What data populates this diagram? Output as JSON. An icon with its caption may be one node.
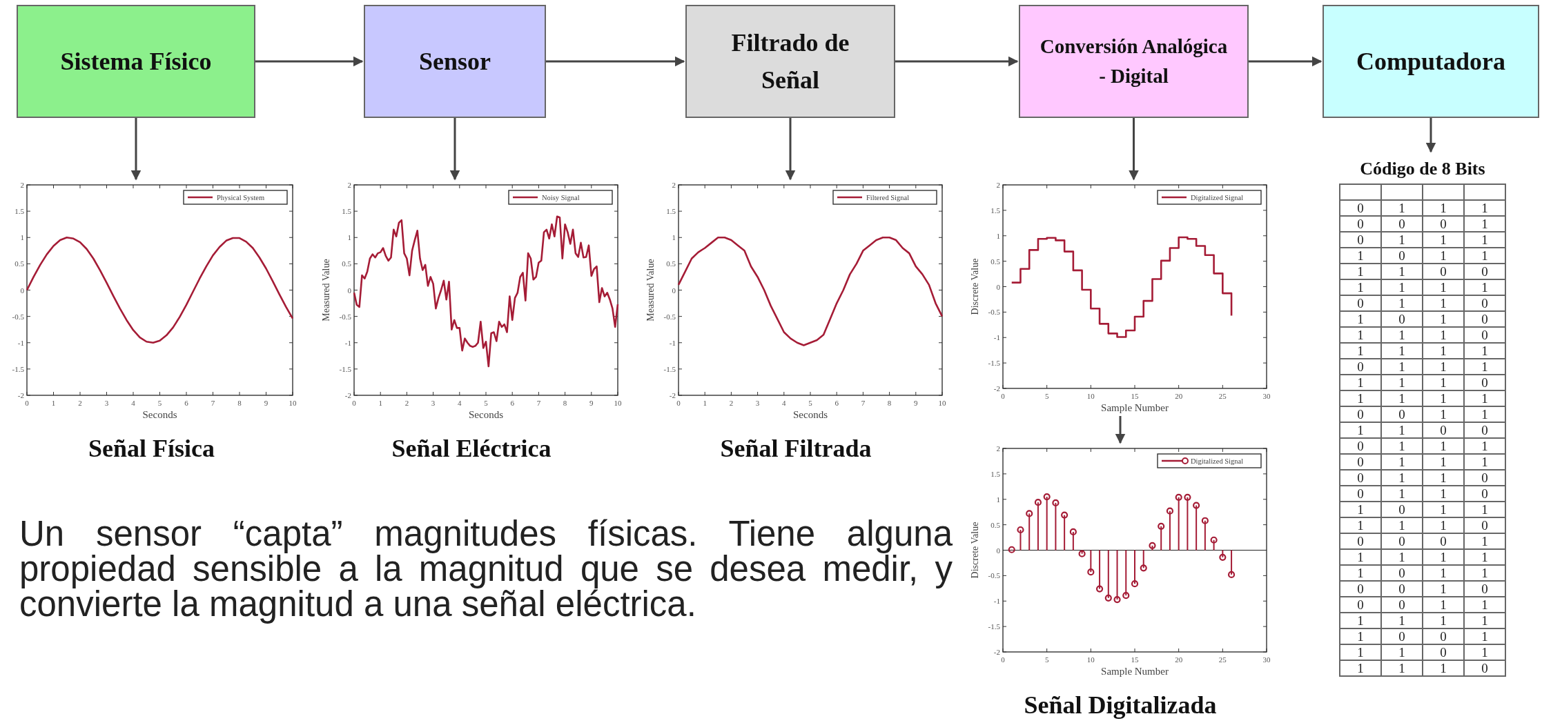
{
  "diagram": {
    "nodes": [
      {
        "text": [
          "Sistema Físico"
        ]
      },
      {
        "text": [
          "Sensor"
        ]
      },
      {
        "text": [
          "Filtrado de Señal"
        ]
      },
      {
        "text": [
          "Conversión Analógica - Digital"
        ]
      },
      {
        "text": [
          "Computadora"
        ]
      },
      {
        "text": [],
        "shape": "picture",
        "beside": [
          "Señal Física"
        ]
      },
      {
        "text": [],
        "shape": "picture",
        "beside": [
          "Señal Eléctrica"
        ]
      },
      {
        "text": [],
        "shape": "picture",
        "beside": [
          "Señal Filtrada"
        ]
      },
      {
        "text": [],
        "shape": "picture"
      },
      {
        "text": [],
        "shape": "picture",
        "beside": [
          "Señal Digitalizada"
        ]
      },
      {
        "text": [
          "Código de 8 Bits"
        ]
      }
    ],
    "edges": [
      {
        "from": 0,
        "to": 1,
        "arrow": "to"
      },
      {
        "from": 1,
        "to": 2,
        "arrow": "to"
      },
      {
        "from": 2,
        "to": 3,
        "arrow": "to"
      },
      {
        "from": 3,
        "to": 4,
        "arrow": "to"
      },
      {
        "from": 0,
        "to": 5,
        "arrow": "to"
      },
      {
        "from": 1,
        "to": 6,
        "arrow": "to"
      },
      {
        "from": 2,
        "to": 7,
        "arrow": "to"
      },
      {
        "from": 3,
        "to": 8,
        "arrow": "to"
      },
      {
        "from": 8,
        "to": 9,
        "arrow": "to"
      },
      {
        "from": 4,
        "to": 10,
        "arrow": "to"
      }
    ],
    "labels": [
      "Un sensor “capta” magnitudes físicas. Tiene alguna propiedad sensible a la magnitud que se desea medir, y convierte la magnitud a una señal eléctrica.",
      "0",
      "1",
      "1",
      "1",
      "0",
      "0",
      "0",
      "1",
      "0",
      "1",
      "1",
      "1",
      "1",
      "0",
      "1",
      "1",
      "1",
      "1",
      "0",
      "0",
      "1",
      "1",
      "1",
      "1",
      "0",
      "1",
      "1",
      "0",
      "1",
      "0",
      "1",
      "0",
      "1",
      "1",
      "1",
      "0",
      "1",
      "1",
      "1",
      "1",
      "0",
      "1",
      "1",
      "1",
      "1",
      "1",
      "1",
      "0",
      "1",
      "1",
      "1",
      "1",
      "0",
      "0",
      "1",
      "1",
      "1",
      "1",
      "0",
      "0",
      "0",
      "1",
      "1",
      "1",
      "0",
      "1",
      "1",
      "1",
      "0",
      "1",
      "1",
      "0",
      "0",
      "1",
      "1",
      "0",
      "1",
      "0",
      "1",
      "1",
      "1",
      "1",
      "1",
      "0",
      "0",
      "0",
      "0",
      "1",
      "1",
      "1",
      "1",
      "1",
      "1",
      "0",
      "1",
      "1",
      "0",
      "0",
      "1",
      "0",
      "0",
      "0",
      "1",
      "1",
      "1",
      "1",
      "1",
      "1",
      "1",
      "0",
      "0",
      "1",
      "1",
      "1",
      "0",
      "1",
      "1",
      "1",
      "1",
      "0"
    ],
    "chart_data": [
      {
        "type": "line",
        "xlabel": "Seconds",
        "xlim": [
          0,
          10
        ],
        "ylim": [
          -2,
          2
        ],
        "xticks": [
          0,
          1,
          2,
          3,
          4,
          5,
          6,
          7,
          8,
          9,
          10
        ],
        "yticks": [
          -2,
          -1.5,
          -1,
          -0.5,
          0,
          0.5,
          1,
          1.5,
          2
        ],
        "x": [
          0,
          0.25,
          0.5,
          0.75,
          1,
          1.25,
          1.5,
          1.75,
          2,
          2.25,
          2.5,
          2.75,
          3,
          3.25,
          3.5,
          3.75,
          4,
          4.25,
          4.5,
          4.75,
          5,
          5.25,
          5.5,
          5.75,
          6,
          6.25,
          6.5,
          6.75,
          7,
          7.25,
          7.5,
          7.75,
          8,
          8.25,
          8.5,
          8.75,
          9,
          9.25,
          9.5,
          9.75,
          10
        ],
        "series": [
          {
            "name": "Physical System",
            "color": "#a51c36",
            "values": [
              0,
              0.25,
              0.48,
              0.68,
              0.84,
              0.95,
              1,
              0.98,
              0.91,
              0.78,
              0.6,
              0.38,
              0.14,
              -0.11,
              -0.35,
              -0.57,
              -0.76,
              -0.9,
              -0.98,
              -1,
              -0.96,
              -0.86,
              -0.71,
              -0.51,
              -0.28,
              -0.03,
              0.22,
              0.45,
              0.66,
              0.82,
              0.94,
              0.99,
              0.99,
              0.92,
              0.8,
              0.62,
              0.41,
              0.17,
              -0.08,
              -0.32,
              -0.54
            ]
          }
        ]
      },
      {
        "type": "line",
        "xlabel": "Seconds",
        "ylabel": "Measured Value",
        "xlim": [
          0,
          10
        ],
        "ylim": [
          -2,
          2
        ],
        "xticks": [
          0,
          1,
          2,
          3,
          4,
          5,
          6,
          7,
          8,
          9,
          10
        ],
        "yticks": [
          -2,
          -1.5,
          -1,
          -0.5,
          0,
          0.5,
          1,
          1.5,
          2
        ],
        "x": [
          0,
          0.1,
          0.2,
          0.3,
          0.4,
          0.5,
          0.6,
          0.7,
          0.8,
          0.9,
          1,
          1.1,
          1.2,
          1.3,
          1.4,
          1.5,
          1.6,
          1.7,
          1.8,
          1.9,
          2,
          2.1,
          2.2,
          2.3,
          2.4,
          2.5,
          2.6,
          2.7,
          2.8,
          2.9,
          3,
          3.1,
          3.2,
          3.3,
          3.4,
          3.5,
          3.6,
          3.7,
          3.8,
          3.9,
          4,
          4.1,
          4.2,
          4.3,
          4.4,
          4.5,
          4.6,
          4.7,
          4.8,
          4.9,
          5,
          5.1,
          5.2,
          5.3,
          5.4,
          5.5,
          5.6,
          5.7,
          5.8,
          5.9,
          6,
          6.1,
          6.2,
          6.3,
          6.4,
          6.5,
          6.6,
          6.7,
          6.8,
          6.9,
          7,
          7.1,
          7.2,
          7.3,
          7.4,
          7.5,
          7.6,
          7.7,
          7.8,
          7.9,
          8,
          8.1,
          8.2,
          8.3,
          8.4,
          8.5,
          8.6,
          8.7,
          8.8,
          8.9,
          9,
          9.1,
          9.2,
          9.3,
          9.4,
          9.5,
          9.6,
          9.7,
          9.8,
          9.9,
          10
        ],
        "series": [
          {
            "name": "Noisy Signal",
            "color": "#a51c36",
            "values": [
              -0.05,
              -0.28,
              -0.32,
              0.28,
              0.22,
              0.35,
              0.6,
              0.68,
              0.62,
              0.7,
              0.72,
              0.8,
              0.65,
              0.56,
              0.62,
              1.15,
              1.02,
              1.28,
              1.33,
              0.7,
              0.6,
              0.28,
              0.75,
              0.95,
              1.13,
              0.6,
              0.38,
              0.48,
              0.08,
              0.25,
              0.12,
              -0.35,
              -0.15,
              0,
              0.18,
              -0.18,
              0.16,
              -0.75,
              -0.57,
              -0.72,
              -0.72,
              -1.15,
              -0.92,
              -1,
              -1.06,
              -1.08,
              -1.06,
              -1,
              -0.6,
              -1.1,
              -0.98,
              -1.45,
              -0.82,
              -0.8,
              -0.97,
              -0.6,
              -0.7,
              -0.65,
              -0.8,
              -0.12,
              -0.57,
              -0.15,
              -0.05,
              0.25,
              0.33,
              -0.2,
              0.7,
              0.6,
              0.2,
              0.25,
              0.52,
              0.56,
              1.1,
              1.15,
              0.98,
              1.25,
              1.02,
              1.4,
              1.38,
              0.6,
              1.25,
              1.1,
              0.88,
              1.15,
              0.7,
              0.63,
              0.9,
              0.62,
              0.63,
              0.85,
              0.27,
              0.4,
              0.45,
              -0.23,
              0.04,
              -0.12,
              -0.05,
              -0.18,
              -0.35,
              -0.7,
              -0.27
            ]
          }
        ]
      },
      {
        "type": "line",
        "xlabel": "Seconds",
        "ylabel": "Measured Value",
        "xlim": [
          0,
          10
        ],
        "ylim": [
          -2,
          2
        ],
        "xticks": [
          0,
          1,
          2,
          3,
          4,
          5,
          6,
          7,
          8,
          9,
          10
        ],
        "yticks": [
          -2,
          -1.5,
          -1,
          -0.5,
          0,
          0.5,
          1,
          1.5,
          2
        ],
        "x": [
          0,
          0.25,
          0.5,
          0.75,
          1,
          1.25,
          1.5,
          1.75,
          2,
          2.25,
          2.5,
          2.75,
          3,
          3.25,
          3.5,
          3.75,
          4,
          4.25,
          4.5,
          4.75,
          5,
          5.25,
          5.5,
          5.75,
          6,
          6.25,
          6.5,
          6.75,
          7,
          7.25,
          7.5,
          7.75,
          8,
          8.25,
          8.5,
          8.75,
          9,
          9.25,
          9.5,
          9.75,
          10
        ],
        "series": [
          {
            "name": "Filtered Signal",
            "color": "#a51c36",
            "values": [
              0.1,
              0.35,
              0.6,
              0.72,
              0.8,
              0.9,
              1,
              1,
              0.95,
              0.85,
              0.75,
              0.45,
              0.25,
              0,
              -0.3,
              -0.55,
              -0.8,
              -0.92,
              -1,
              -1.05,
              -1,
              -0.95,
              -0.85,
              -0.55,
              -0.25,
              0,
              0.3,
              0.5,
              0.75,
              0.85,
              0.95,
              1,
              1,
              0.95,
              0.8,
              0.7,
              0.45,
              0.3,
              0.1,
              -0.25,
              -0.5
            ]
          }
        ]
      },
      {
        "type": "line",
        "xlabel": "Sample Number",
        "ylabel": "Discrete Value",
        "xlim": [
          0,
          30
        ],
        "ylim": [
          -2,
          2
        ],
        "xticks": [
          0,
          5,
          10,
          15,
          20,
          25,
          30
        ],
        "yticks": [
          -2,
          -1.5,
          -1,
          -0.5,
          0,
          0.5,
          1,
          1.5,
          2
        ],
        "x": [
          1,
          2,
          2,
          3,
          3,
          4,
          4,
          5,
          5,
          6,
          6,
          7,
          7,
          8,
          8,
          9,
          9,
          10,
          10,
          11,
          11,
          12,
          12,
          13,
          13,
          14,
          14,
          15,
          15,
          16,
          16,
          17,
          17,
          18,
          18,
          19,
          19,
          20,
          20,
          21,
          21,
          22,
          22,
          23,
          23,
          24,
          24,
          25,
          25,
          26,
          26
        ],
        "series": [
          {
            "name": "Digitalized Signal",
            "color": "#a51c36",
            "values": [
              0.08,
              0.08,
              0.35,
              0.35,
              0.72,
              0.72,
              0.94,
              0.94,
              0.96,
              0.96,
              0.91,
              0.91,
              0.69,
              0.69,
              0.32,
              0.32,
              -0.06,
              -0.06,
              -0.43,
              -0.43,
              -0.73,
              -0.73,
              -0.92,
              -0.92,
              -0.99,
              -0.99,
              -0.86,
              -0.86,
              -0.59,
              -0.59,
              -0.28,
              -0.28,
              0.15,
              0.15,
              0.51,
              0.51,
              0.76,
              0.76,
              0.97,
              0.97,
              0.94,
              0.94,
              0.8,
              0.8,
              0.62,
              0.62,
              0.26,
              0.26,
              -0.13,
              -0.13,
              -0.57
            ]
          }
        ]
      },
      {
        "type": "scatter",
        "xlabel": "Sample Number",
        "ylabel": "Discrete Value",
        "xlim": [
          0,
          30
        ],
        "ylim": [
          -2,
          2
        ],
        "xticks": [
          0,
          5,
          10,
          15,
          20,
          25,
          30
        ],
        "yticks": [
          -2,
          -1.5,
          -1,
          -0.5,
          0,
          0.5,
          1,
          1.5,
          2
        ],
        "x": [
          1,
          2,
          3,
          4,
          5,
          6,
          7,
          8,
          9,
          10,
          11,
          12,
          13,
          14,
          15,
          16,
          17,
          18,
          19,
          20,
          21,
          22,
          23,
          24,
          25,
          26
        ],
        "series": [
          {
            "name": "Digitalized Signal",
            "color": "#a51c36",
            "values": [
              0.01,
              0.4,
              0.72,
              0.94,
              1.05,
              0.93,
              0.69,
              0.36,
              -0.07,
              -0.43,
              -0.76,
              -0.94,
              -0.97,
              -0.89,
              -0.66,
              -0.35,
              0.09,
              0.47,
              0.77,
              1.04,
              1.04,
              0.88,
              0.58,
              0.2,
              -0.14,
              -0.48
            ]
          }
        ]
      }
    ]
  }
}
